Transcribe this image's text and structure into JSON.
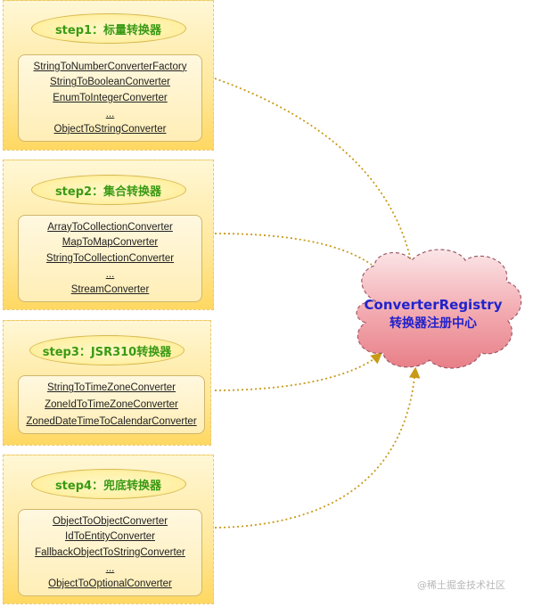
{
  "steps": [
    {
      "title": "step1：标量转换器",
      "items": [
        "StringToNumberConverterFactory",
        "StringToBooleanConverter",
        "EnumToIntegerConverter",
        "...",
        "ObjectToStringConverter"
      ]
    },
    {
      "title": "step2：集合转换器",
      "items": [
        "ArrayToCollectionConverter",
        "MapToMapConverter",
        "StringToCollectionConverter",
        "...",
        "StreamConverter"
      ]
    },
    {
      "title": "step3：JSR310转换器",
      "items": [
        "StringToTimeZoneConverter",
        "ZoneIdToTimeZoneConverter",
        "ZonedDateTimeToCalendarConverter"
      ]
    },
    {
      "title": "step4：兜底转换器",
      "items": [
        "ObjectToObjectConverter",
        "IdToEntityConverter",
        "FallbackObjectToStringConverter",
        "...",
        "ObjectToOptionalConverter"
      ]
    }
  ],
  "target": {
    "line1": "ConverterRegistry",
    "line2": "转换器注册中心"
  },
  "colors": {
    "arrow": "#c89a18",
    "step_title_text": "#3a9a12",
    "target_text": "#2222cc",
    "cloud_fill": "#e87f88"
  },
  "watermark": "@稀土掘金技术社区"
}
